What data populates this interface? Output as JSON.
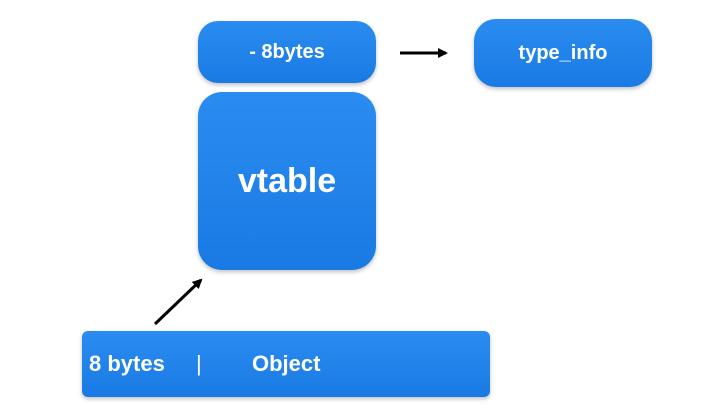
{
  "diagram": {
    "offset_label": "- 8bytes",
    "typeinfo_label": "type_info",
    "vtable_label": "vtable",
    "object_size_label": "8 bytes",
    "object_divider": "|",
    "object_label": "Object"
  },
  "colors": {
    "box_fill": "#1f82ea",
    "box_text": "#ffffff",
    "arrow": "#000000",
    "background": "#ffffff"
  }
}
